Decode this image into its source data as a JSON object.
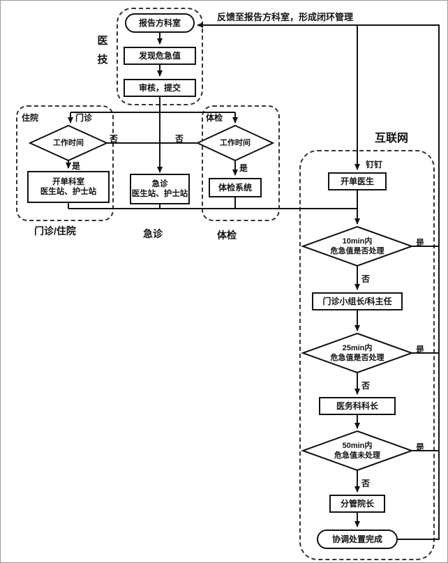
{
  "feedback_label": "反馈至报告方科室，形成闭环管理",
  "sections": {
    "medtech": "医技",
    "internet": "互联网",
    "dingding": "钉钉",
    "inpatient": "住院",
    "outpatient": "门诊",
    "physical": "体检",
    "outpatient_inpatient_caption": "门诊/住院",
    "emergency_caption": "急诊",
    "physical_caption": "体检"
  },
  "nodes": {
    "report_dept": "报告方科室",
    "discover": "发现危急值",
    "review_submit": "审核，提交",
    "worktime_left": "工作时间",
    "worktime_right": "工作时间",
    "order_dept": {
      "line1": "开单科室",
      "line2": "医生站、护士站"
    },
    "emergency": {
      "line1": "急诊",
      "line2": "医生站、护士站"
    },
    "physical_system": "体检系统",
    "order_doctor": "开单医生",
    "check10": {
      "line1": "10min内",
      "line2": "危急值是否处理"
    },
    "outpatient_leader": "门诊小组长/科主任",
    "check25": {
      "line1": "25min内",
      "line2": "危急值是否处理"
    },
    "medical_affairs_chief": "医务科科长",
    "check50": {
      "line1": "50min内",
      "line2": "危急值未处理"
    },
    "vice_president": "分管院长",
    "complete": "协调处置完成"
  },
  "labels": {
    "yes": "是",
    "no": "否"
  }
}
